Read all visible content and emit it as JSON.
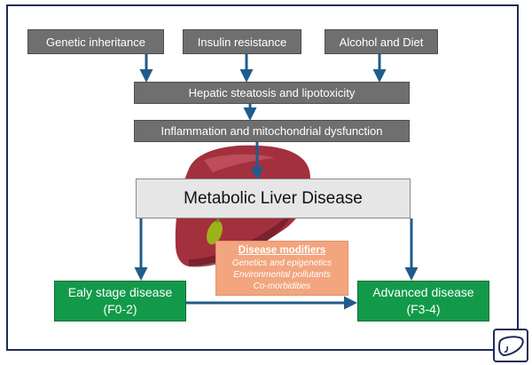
{
  "inputs": {
    "genetic": "Genetic inheritance",
    "insulin": "Insulin resistance",
    "alcohol": "Alcohol and Diet"
  },
  "steps": {
    "steatosis": "Hepatic steatosis and lipotoxicity",
    "inflammation": "Inflammation and mitochondrial dysfunction"
  },
  "central": "Metabolic Liver Disease",
  "modifiers": {
    "title": "Disease modifiers",
    "items": [
      "Genetics and epigenetics",
      "Environmental pollutants",
      "Co-morbidities"
    ]
  },
  "outcomes": {
    "early": {
      "label": "Ealy stage disease",
      "stage": "(F0-2)"
    },
    "advanced": {
      "label": "Advanced disease",
      "stage": "(F3-4)"
    }
  },
  "colors": {
    "arrow": "#1f5c8c",
    "gray_box": "#6f6f6f",
    "green_box": "#129a4a",
    "modifier_box": "#f2a57e",
    "liver": "#a3303d",
    "frame": "#1e2b5a"
  }
}
